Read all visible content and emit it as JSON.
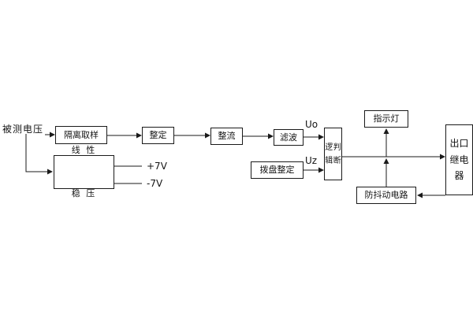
{
  "diagram": {
    "source_label": "被测电压",
    "signals": {
      "uo": "Uo",
      "uz": "Uz",
      "plus_supply": "+7V",
      "minus_supply": "-7V"
    },
    "boxes": {
      "isolation": "隔离取样",
      "setting": "整定",
      "rectifier": "整流",
      "filter": "滤波",
      "logic_col1": "逻辑",
      "logic_col2": "判断",
      "indicator": "指示灯",
      "output_relay": "出口继电器",
      "dial_setting": "拨盘整定",
      "anti_jitter": "防抖动电路",
      "regulator_line1": "线 性",
      "regulator_line2": "稳 压"
    },
    "colors": {
      "line": "#1a1a1a",
      "background": "#ffffff"
    }
  }
}
